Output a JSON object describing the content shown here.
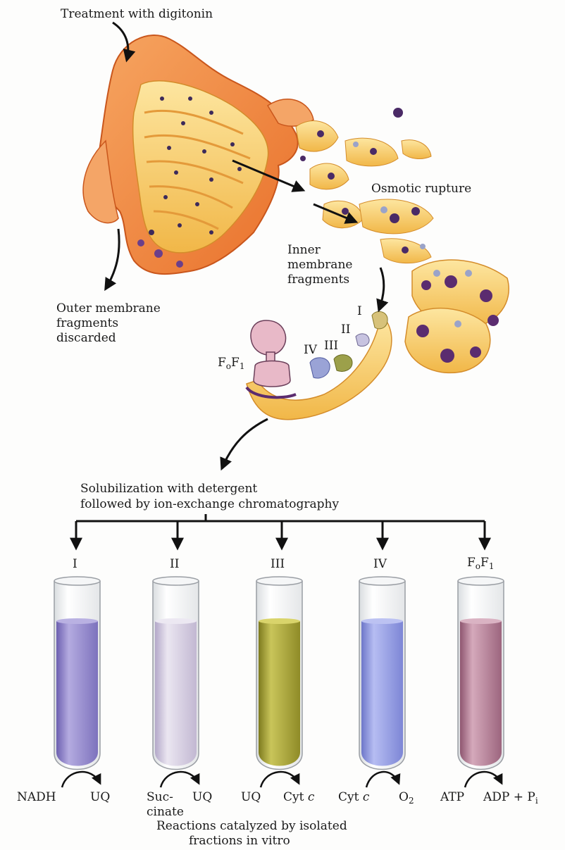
{
  "labels": {
    "treatment": "Treatment with digitonin",
    "osmotic": "Osmotic rupture",
    "inner_1": "Inner",
    "inner_2": "membrane",
    "inner_3": "fragments",
    "outer_1": "Outer membrane",
    "outer_2": "fragments",
    "outer_3": "discarded",
    "solub_1": "Solubilization with detergent",
    "solub_2": "followed by ion-exchange chromatography",
    "caption_1": "Reactions catalyzed by isolated",
    "caption_2": "fractions in vitro"
  },
  "fragment_labels": {
    "c1": "I",
    "c2": "II",
    "c3": "III",
    "c4": "IV",
    "fof1_main": "F",
    "fof1_sub_o": "o",
    "fof1_f": "F",
    "fof1_sub_1": "1"
  },
  "tubes": [
    {
      "id": "I",
      "label": "I",
      "color": "#8a7fc4",
      "substrate": "NADH",
      "product": "UQ"
    },
    {
      "id": "II",
      "label": "II",
      "color": "#c9c0d8",
      "substrate_1": "Suc-",
      "substrate_2": "cinate",
      "product": "UQ"
    },
    {
      "id": "III",
      "label": "III",
      "color": "#a6a331",
      "substrate": "UQ",
      "product_main": "Cyt",
      "product_it": "c"
    },
    {
      "id": "IV",
      "label": "IV",
      "color": "#8d95de",
      "substrate_main": "Cyt",
      "substrate_it": "c",
      "product_main": "O",
      "product_sub": "2"
    },
    {
      "id": "FoF1",
      "label_main": "F",
      "label_sub_o": "o",
      "label_f": "F",
      "label_sub_1": "1",
      "color": "#b0778e",
      "substrate": "ATP",
      "product_main": "ADP + P",
      "product_sub": "i"
    }
  ],
  "colors": {
    "membrane_orange": "#f08a3a",
    "membrane_yellow": "#f6c25a",
    "protein_purple": "#5b2c6f",
    "fof1_pink": "#e8b9c8",
    "arrow": "#111111"
  }
}
